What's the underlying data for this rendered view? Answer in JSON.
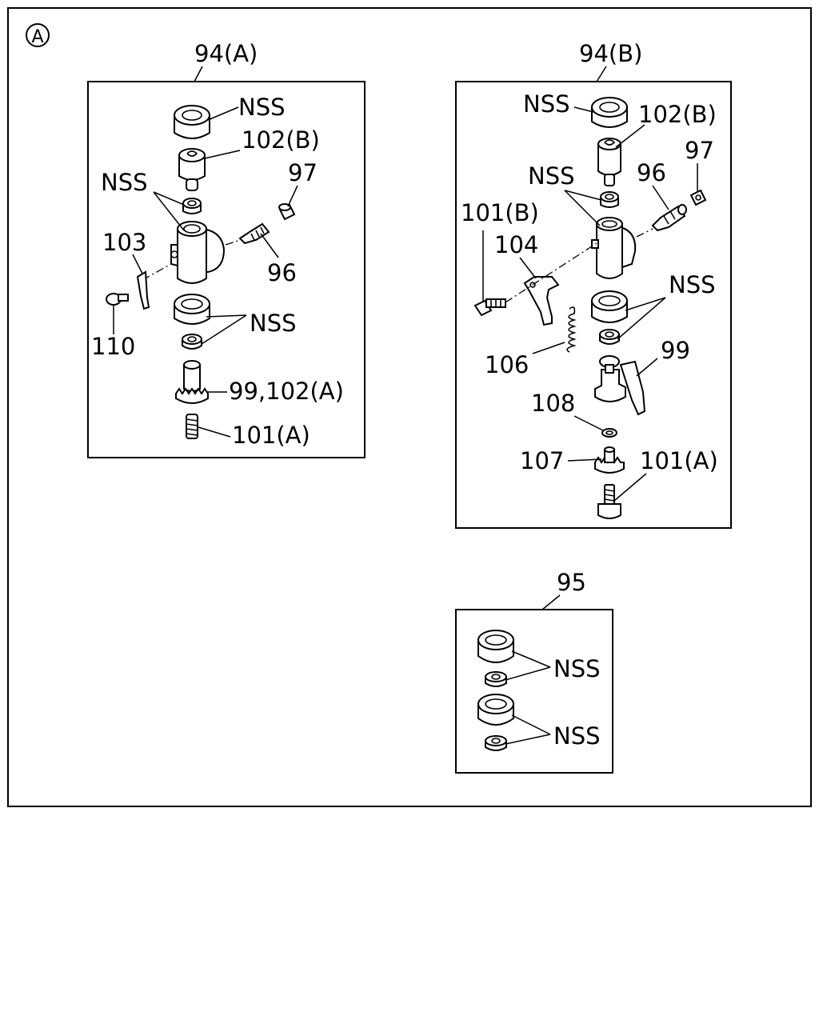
{
  "figure": {
    "marker": "A"
  },
  "groups": [
    {
      "id": "94A",
      "title": "94(A)",
      "labels": [
        "NSS",
        "102(B)",
        "NSS",
        "97",
        "103",
        "96",
        "110",
        "NSS",
        "99,102(A)",
        "101(A)"
      ]
    },
    {
      "id": "94B",
      "title": "94(B)",
      "labels": [
        "NSS",
        "102(B)",
        "97",
        "NSS",
        "96",
        "101(B)",
        "104",
        "NSS",
        "106",
        "99",
        "108",
        "107",
        "101(A)"
      ]
    },
    {
      "id": "95",
      "title": "95",
      "labels": [
        "NSS",
        "NSS"
      ]
    }
  ]
}
